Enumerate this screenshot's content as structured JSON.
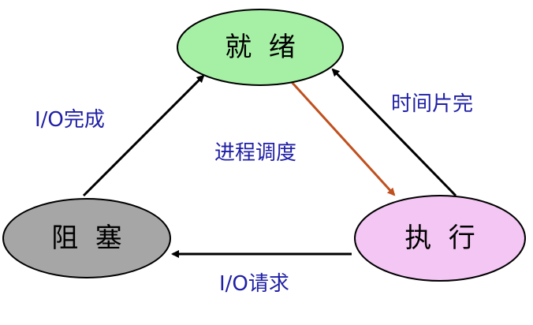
{
  "diagram": {
    "states": {
      "ready": {
        "label": "就  绪",
        "fill": "#a6f0a6"
      },
      "blocked": {
        "label": "阻  塞",
        "fill": "#a6a6a6"
      },
      "running": {
        "label": "执  行",
        "fill": "#f4c6f4"
      }
    },
    "transitions": {
      "io_complete": {
        "label": "I/O完成",
        "color": "#000000"
      },
      "schedule": {
        "label": "进程调度",
        "color": "#c0501e"
      },
      "time_slice": {
        "label": "时间片完",
        "color": "#000000"
      },
      "io_request": {
        "label": "I/O请求",
        "color": "#000000"
      }
    },
    "colors": {
      "label_text": "#1f1fa6",
      "outline": "#000000"
    }
  }
}
